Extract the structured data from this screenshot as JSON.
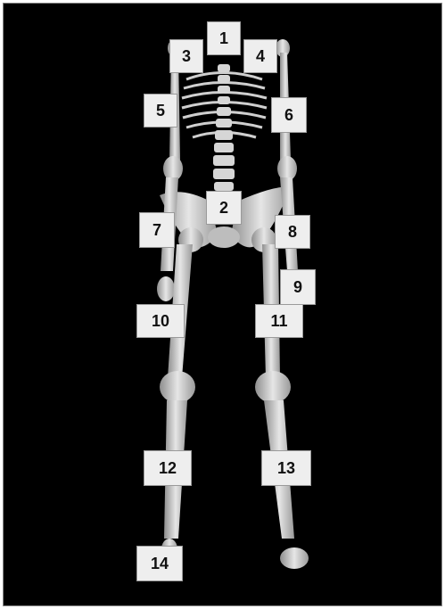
{
  "scene": {
    "background": "#000000",
    "bone_color": "#d8d8d8",
    "markers": [
      {
        "id": "marker-1",
        "label": "1"
      },
      {
        "id": "marker-2",
        "label": "2"
      },
      {
        "id": "marker-3",
        "label": "3"
      },
      {
        "id": "marker-4",
        "label": "4"
      },
      {
        "id": "marker-5",
        "label": "5"
      },
      {
        "id": "marker-6",
        "label": "6"
      },
      {
        "id": "marker-7",
        "label": "7"
      },
      {
        "id": "marker-8",
        "label": "8"
      },
      {
        "id": "marker-9",
        "label": "9"
      },
      {
        "id": "marker-10",
        "label": "10"
      },
      {
        "id": "marker-11",
        "label": "11"
      },
      {
        "id": "marker-12",
        "label": "12"
      },
      {
        "id": "marker-13",
        "label": "13"
      },
      {
        "id": "marker-14",
        "label": "14"
      }
    ]
  }
}
